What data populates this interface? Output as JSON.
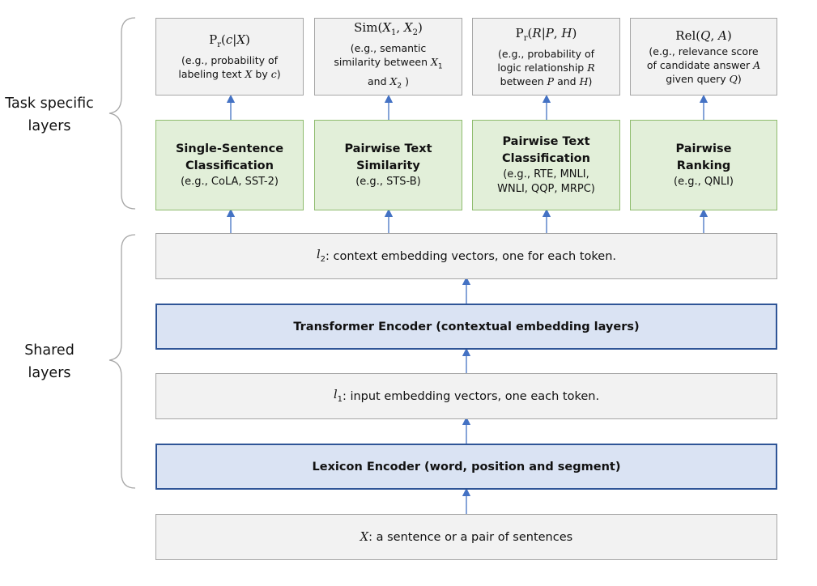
{
  "side_labels": {
    "task_specific": [
      "Task specific",
      "layers"
    ],
    "shared": [
      "Shared",
      "layers"
    ]
  },
  "outputs": [
    {
      "formula": "Pr(c|X)",
      "lines": [
        "(e.g., probability of",
        "labeling text X by c)"
      ]
    },
    {
      "formula": "Sim(X1, X2)",
      "lines": [
        "(e.g., semantic",
        "similarity between X1",
        "and X2 )"
      ]
    },
    {
      "formula": "Pr(R|P, H)",
      "lines": [
        "(e.g., probability of",
        "logic relationship R",
        "between P and H)"
      ]
    },
    {
      "formula": "Rel(Q, A)",
      "lines": [
        "(e.g., relevance score",
        "of candidate answer A",
        "given query Q)"
      ]
    }
  ],
  "tasks": [
    {
      "title": [
        "Single-Sentence",
        "Classification"
      ],
      "examples": [
        "(e.g., CoLA, SST-2)"
      ]
    },
    {
      "title": [
        "Pairwise Text",
        "Similarity"
      ],
      "examples": [
        "(e.g., STS-B)"
      ]
    },
    {
      "title": [
        "Pairwise Text",
        "Classification"
      ],
      "examples": [
        "(e.g., RTE, MNLI,",
        "WNLI, QQP, MRPC)"
      ]
    },
    {
      "title": [
        "Pairwise",
        "Ranking"
      ],
      "examples": [
        "(e.g., QNLI)"
      ]
    }
  ],
  "layers": {
    "l2": {
      "symbol": "l2",
      "text": ": context embedding vectors, one for each token."
    },
    "transformer": "Transformer Encoder (contextual embedding layers)",
    "l1": {
      "symbol": "l1",
      "text": ": input embedding vectors, one each token."
    },
    "lexicon": "Lexicon Encoder (word, position and segment)",
    "input": {
      "symbol": "X",
      "text": ": a sentence or a pair of sentences"
    }
  },
  "colors": {
    "task_fill": "#e2efd9",
    "task_border": "#8fbc6e",
    "encoder_fill": "#dae3f3",
    "encoder_border": "#2f5597",
    "grey_fill": "#f2f2f2",
    "grey_border": "#a6a6a6",
    "arrow": "#4472c4",
    "brace": "#a6a6a6"
  }
}
